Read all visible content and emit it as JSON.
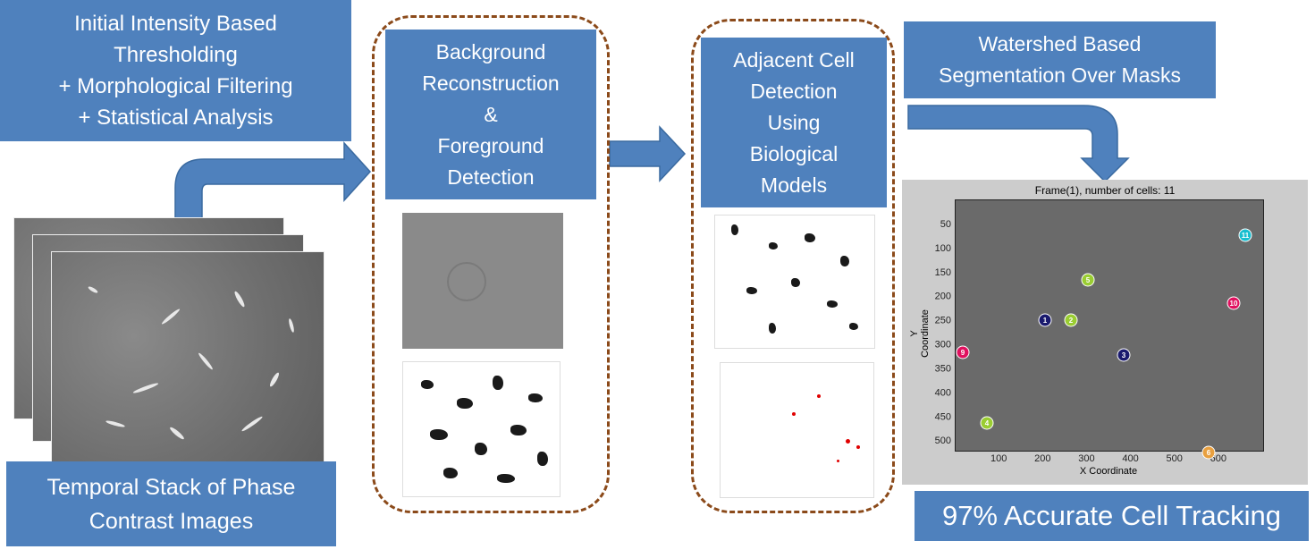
{
  "steps": {
    "thresholding": "Initial Intensity Based\nThresholding\n+ Morphological Filtering\n+ Statistical Analysis",
    "background": "Background\nReconstruction\n&\nForeground\nDetection",
    "adjacent": "Adjacent Cell\nDetection\nUsing\nBiological\nModels",
    "watershed": "Watershed Based\nSegmentation  Over Masks",
    "stack": "Temporal Stack of Phase\nContrast Images",
    "result": "97% Accurate Cell Tracking"
  },
  "tracking_plot": {
    "title": "Frame(1), number of cells: 11",
    "xlabel": "X Coordinate",
    "ylabel": "Y Coordinate",
    "xticks": [
      "100",
      "200",
      "300",
      "400",
      "500",
      "600"
    ],
    "yticks": [
      "50",
      "100",
      "150",
      "200",
      "250",
      "300",
      "350",
      "400",
      "450",
      "500"
    ],
    "cell_markers": [
      {
        "label": "11",
        "color": "#17becf"
      },
      {
        "label": "5",
        "color": "#9acd32"
      },
      {
        "label": "10",
        "color": "#e0115f"
      },
      {
        "label": "1",
        "color": "#1a1a6e"
      },
      {
        "label": "2",
        "color": "#9acd32"
      },
      {
        "label": "3",
        "color": "#1a1a6e"
      },
      {
        "label": "9",
        "color": "#e0115f"
      },
      {
        "label": "4",
        "color": "#9acd32"
      },
      {
        "label": "6",
        "color": "#e8a040"
      }
    ]
  },
  "colors": {
    "box_fill": "#4f81bd",
    "dashed_border": "#8b4a1a",
    "arrow_fill": "#4f81bd"
  }
}
